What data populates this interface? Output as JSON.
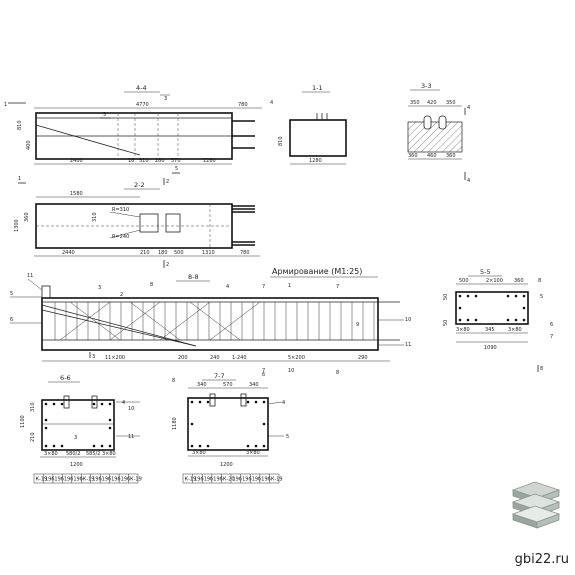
{
  "watermark": {
    "site": "gbi22.ru"
  },
  "sections": {
    "s44": {
      "title": "4-4",
      "dims": [
        "4770",
        "780",
        "810",
        "400",
        "2400",
        "16",
        "510",
        "280",
        "370",
        "1280",
        "3",
        "5"
      ]
    },
    "s11": {
      "title": "1-1",
      "dims": [
        "810",
        "1280",
        "4",
        "5"
      ]
    },
    "s33": {
      "title": "3-3",
      "dims": [
        "350",
        "420",
        "350",
        "360",
        "460",
        "360",
        "4",
        "4"
      ]
    },
    "s22": {
      "title": "2-2",
      "dims": [
        "1580",
        "1300",
        "2440",
        "R=310",
        "R=240",
        "780",
        "1310",
        "310",
        "360",
        "500",
        "210",
        "180",
        "2",
        "2"
      ]
    },
    "s88": {
      "title": "8-8",
      "dims": [
        "11×200",
        "200",
        "240",
        "1-240",
        "5×200",
        "290",
        "4",
        "3",
        "2",
        "1",
        "3",
        "8",
        "7",
        "5",
        "6",
        "7",
        "9",
        "10",
        "11"
      ]
    },
    "s55": {
      "title": "5-5",
      "dims": [
        "500",
        "2×100",
        "360",
        "3×80",
        "345",
        "3×80",
        "1090",
        "50",
        "5",
        "6",
        "7",
        "8"
      ]
    },
    "s66": {
      "title": "6-6",
      "dims": [
        "1200",
        "1100",
        "3×80",
        "580/2",
        "585/2",
        "3×80",
        "310",
        "210",
        "2",
        "3",
        "4",
        "10",
        "11"
      ]
    },
    "s77": {
      "title": "7-7",
      "dims": [
        "340",
        "570",
        "340",
        "3×80",
        "3×80",
        "1200",
        "1180",
        "4",
        "5",
        "6",
        "8"
      ]
    }
  },
  "armirovanie": {
    "title": "Армирование (М1:25)"
  },
  "table_66": [
    "К-19",
    "19б",
    "19б",
    "19б",
    "19б",
    "К-19",
    "19б",
    "19б",
    "19б",
    "19б",
    "К-19"
  ],
  "table_77": [
    "К-19",
    "19б",
    "19б",
    "19б",
    "К-20",
    "19б",
    "19б",
    "19б",
    "19б",
    "К-19"
  ],
  "title_rows": {
    "row66": "К-19 | 19б | 19б | 19б | 19б | К-19 | 19б | 19б | 19б | 19б | К-19",
    "row77": "К-19 | 19б | 19б | 19б | К-20 | 19б | 19б | 19б | 19б | К-19"
  }
}
